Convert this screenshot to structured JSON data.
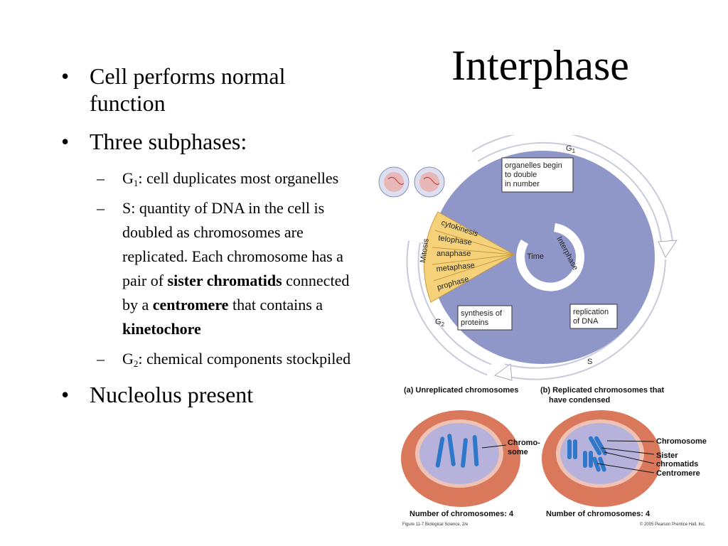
{
  "slide": {
    "title": "Interphase",
    "bullet1": "Cell performs normal function",
    "bullet2": "Three subphases:",
    "g1": {
      "label": "G",
      "sub": "1",
      "text": ": cell duplicates most organelles"
    },
    "s": {
      "text_a": "S: quantity of DNA in the cell is doubled as chromosomes are replicated. Each chromosome has a pair of ",
      "bold1": "sister chromatids",
      "text_b": " connected by a ",
      "bold2": "centromere",
      "text_c": " that contains a ",
      "bold3": "kinetochore"
    },
    "g2": {
      "label": "G",
      "sub": "2",
      "text": ": chemical components stockpiled"
    },
    "bullet3": "Nucleolus present"
  },
  "figure": {
    "cycle": {
      "g1": "G",
      "g1_sub": "1",
      "s": "S",
      "g2": "G",
      "g2_sub": "2",
      "interphase": "Interphase",
      "mitosis": "Mitosis",
      "time": "Time",
      "box_organelles": [
        "organelles begin",
        "to double",
        "in number"
      ],
      "box_synthesis": [
        "synthesis of",
        "proteins"
      ],
      "box_replication": [
        "replication",
        "of DNA"
      ],
      "phases": [
        "cytokinesis",
        "telophase",
        "anaphase",
        "metaphase",
        "prophase"
      ]
    },
    "panel_a": {
      "caption": "(a) Unreplicated chromosomes",
      "label": [
        "Chromo-",
        "some"
      ],
      "count": "Number of chromosomes: 4"
    },
    "panel_b": {
      "caption": [
        "(b) Replicated chromosomes that",
        "have condensed"
      ],
      "labels": [
        "Chromosome",
        "Sister",
        "chromatids",
        "Centromere"
      ],
      "count": "Number of chromosomes: 4"
    },
    "credit_left": "Figure 11-7  Biological Science, 2/e",
    "credit_right": "© 2005 Pearson Prentice Hall, Inc."
  },
  "colors": {
    "cycle_fill": "#8f97c8",
    "phase_fill": "#f5d27a",
    "cell_outer": "#d9785a",
    "nucleus": "#b7b2dc",
    "chromosome": "#2f77c9"
  }
}
